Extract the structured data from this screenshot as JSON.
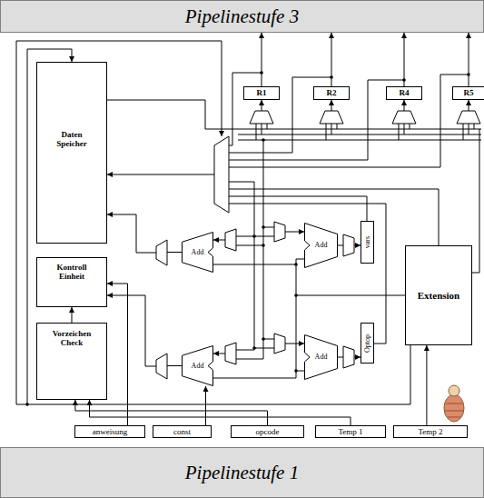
{
  "diagram": {
    "nodes": [
      {
        "text": [
          "Pipelinestufe 3"
        ]
      },
      {
        "text": [
          "R1"
        ]
      },
      {
        "text": [
          "R2"
        ]
      },
      {
        "text": [
          "R4"
        ]
      },
      {
        "text": [
          "R5"
        ]
      },
      {
        "text": [
          "Daten Speicher"
        ]
      },
      {
        "text": [
          "Add"
        ]
      },
      {
        "text": [
          "Add"
        ]
      },
      {
        "text": [
          "vars"
        ]
      },
      {
        "text": [
          "Kontroll Einheit"
        ]
      },
      {
        "text": [
          "Extension"
        ]
      },
      {
        "text": [
          "Vorzeichen Check"
        ]
      },
      {
        "text": [
          "Add"
        ]
      },
      {
        "text": [
          "Add"
        ]
      },
      {
        "text": [
          "Optop"
        ]
      },
      {
        "text": [
          "anweisung"
        ]
      },
      {
        "text": [
          "const"
        ]
      },
      {
        "text": [
          "opcode"
        ]
      },
      {
        "text": [
          "Temp 1"
        ]
      },
      {
        "text": [
          "Temp 2"
        ]
      },
      {
        "text": [
          "Pipelinestufe 1"
        ]
      }
    ],
    "edges": [
      {
        "from": 1,
        "to": 0,
        "arrow": "to"
      },
      {
        "from": 2,
        "to": 0,
        "arrow": "to"
      },
      {
        "from": 3,
        "to": 0,
        "arrow": "to"
      },
      {
        "from": 4,
        "to": 0,
        "arrow": "to"
      },
      {
        "from": 11,
        "to": 9,
        "arrow": "to"
      },
      {
        "from": 15,
        "to": 9,
        "arrow": "to"
      },
      {
        "from": 17,
        "to": 11,
        "arrow": "to"
      },
      {
        "from": 18,
        "to": 11,
        "arrow": "to"
      },
      {
        "from": 19,
        "to": 10,
        "arrow": "to"
      },
      {
        "from": 16,
        "to": 12,
        "arrow": "to"
      }
    ]
  }
}
